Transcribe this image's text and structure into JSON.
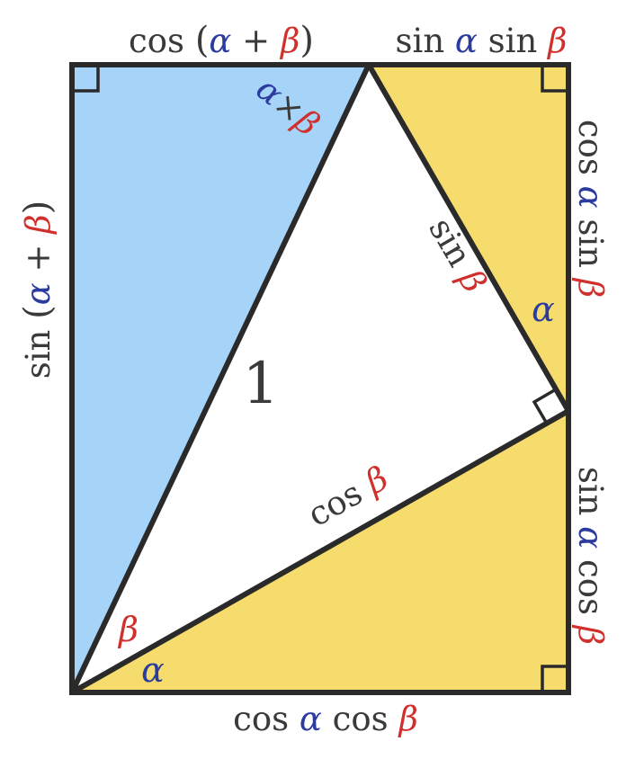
{
  "colors": {
    "blue_fill": "#a6d3f8",
    "yellow_fill": "#f6dc6c",
    "white_fill": "#ffffff",
    "stroke": "#2a2a2a",
    "text": "#3a3a3a",
    "alpha": "#2b3b9e",
    "beta": "#d0302c"
  },
  "labels": {
    "top_left": {
      "func": "cos",
      "open": "(",
      "alpha": "α",
      "plus": " + ",
      "beta": "β",
      "close": ")"
    },
    "top_right": {
      "func1": "sin ",
      "alpha": "α",
      "func2": " sin ",
      "beta": "β"
    },
    "left_side": {
      "func": "sin ",
      "open": "(",
      "alpha": "α",
      "plus": " + ",
      "beta": "β",
      "close": ")"
    },
    "right_upper": {
      "func1": "cos ",
      "alpha": "α",
      "func2": " sin ",
      "beta": "β"
    },
    "right_lower": {
      "func1": "sin ",
      "alpha": "α",
      "func2": " cos ",
      "beta": "β"
    },
    "bottom": {
      "func1": "cos ",
      "alpha": "α",
      "func2": " cos ",
      "beta": "β"
    },
    "hypotenuse": "1",
    "sin_beta": {
      "func": "sin ",
      "beta": "β"
    },
    "cos_beta": {
      "func": "cos ",
      "beta": "β"
    },
    "top_angle": {
      "alpha": "α",
      "times": "×",
      "beta": "β"
    },
    "angle_alpha_right": "α",
    "angle_beta_bottom": "β",
    "angle_alpha_bottom": "α"
  }
}
